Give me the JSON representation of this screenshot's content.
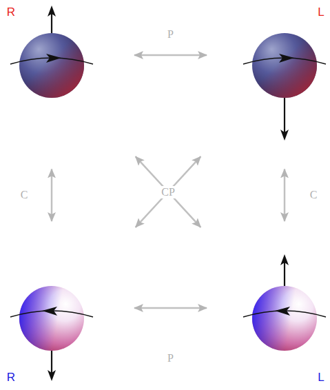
{
  "diagram": {
    "nodes": [
      {
        "text": [
          "R"
        ]
      },
      {
        "text": [
          "L"
        ]
      },
      {
        "text": [
          "R"
        ]
      },
      {
        "text": [
          "L"
        ]
      }
    ],
    "edges": [
      {
        "from": 0,
        "to": 1,
        "arrow": "both",
        "label": "P"
      },
      {
        "from": 0,
        "to": 2,
        "arrow": "both",
        "label": "C"
      },
      {
        "from": 1,
        "to": 3,
        "arrow": "both",
        "label": "C"
      },
      {
        "from": 0,
        "to": 3,
        "arrow": "both",
        "label": "CP"
      },
      {
        "from": 1,
        "to": 2,
        "arrow": "both"
      },
      {
        "from": 2,
        "to": 3,
        "arrow": "both",
        "label": "P"
      }
    ]
  }
}
